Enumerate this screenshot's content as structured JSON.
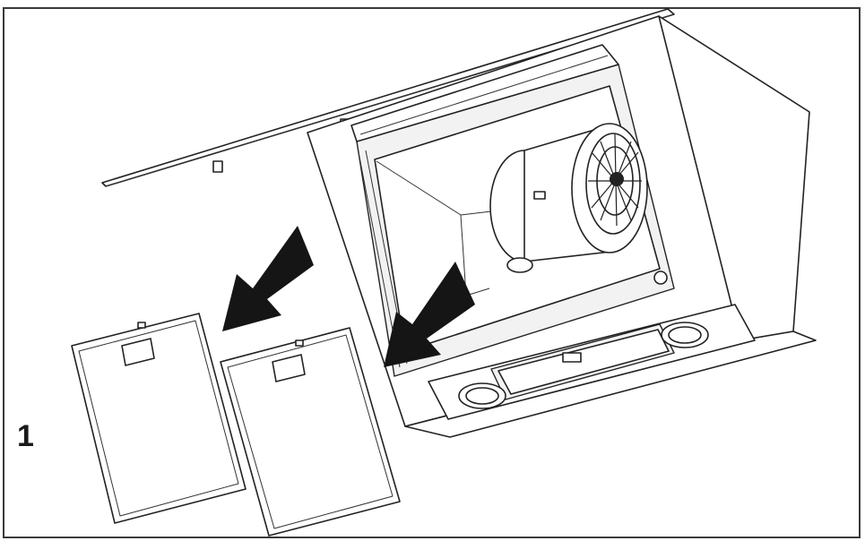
{
  "figure": {
    "step_label": "1",
    "illustration_icon": "range-hood-filter-removal-diagram",
    "arrow_icon": "down-left-arrow",
    "colors": {
      "line": "#222222",
      "arrow": "#151515",
      "background": "#ffffff"
    }
  }
}
